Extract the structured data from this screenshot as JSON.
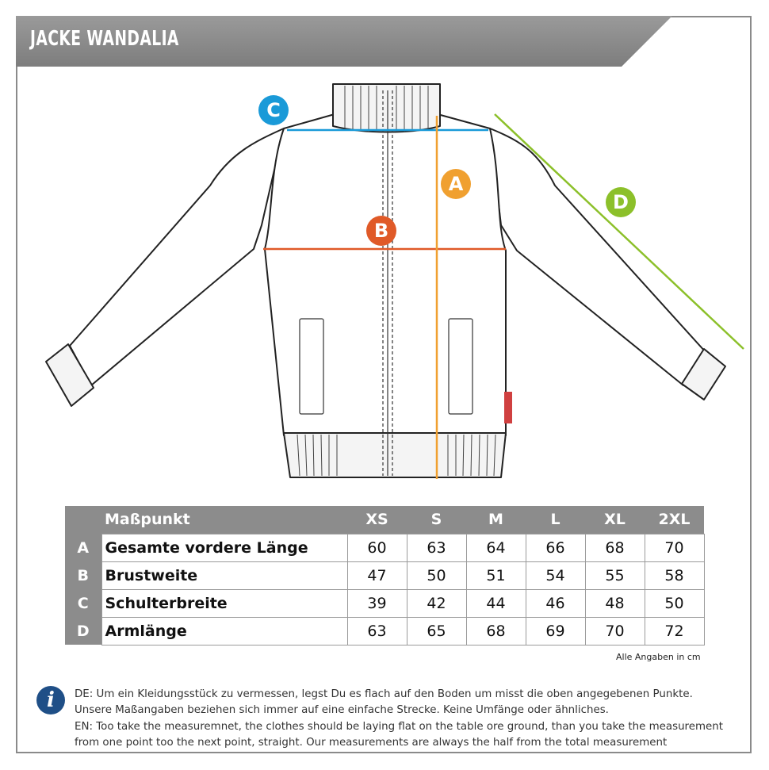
{
  "title": "JACKE WANDALIA",
  "markers": {
    "a": {
      "letter": "A",
      "color": "#f0a030"
    },
    "b": {
      "letter": "B",
      "color": "#e05a28"
    },
    "c": {
      "letter": "C",
      "color": "#1a9ad8"
    },
    "d": {
      "letter": "D",
      "color": "#8cc02a"
    }
  },
  "table": {
    "header": {
      "label": "Maßpunkt",
      "sizes": [
        "XS",
        "S",
        "M",
        "L",
        "XL",
        "2XL"
      ]
    },
    "rows": [
      {
        "letter": "A",
        "name": "Gesamte vordere Länge",
        "values": [
          "60",
          "63",
          "64",
          "66",
          "68",
          "70"
        ]
      },
      {
        "letter": "B",
        "name": "Brustweite",
        "values": [
          "47",
          "50",
          "51",
          "54",
          "55",
          "58"
        ]
      },
      {
        "letter": "C",
        "name": "Schulterbreite",
        "values": [
          "39",
          "42",
          "44",
          "46",
          "48",
          "50"
        ]
      },
      {
        "letter": "D",
        "name": "Armlänge",
        "values": [
          "63",
          "65",
          "68",
          "69",
          "70",
          "72"
        ]
      }
    ]
  },
  "note": "Alle Angaben in cm",
  "info": {
    "icon": "info-icon",
    "lines": [
      "DE: Um ein Kleidungsstück zu vermessen, legst Du es flach auf den Boden um misst die oben angegebenen Punkte.",
      "Unsere Maßangaben beziehen sich immer auf eine einfache Strecke. Keine Umfänge oder ähnliches.",
      "EN: Too take the measuremnet, the clothes should be laying flat on the table ore ground, than you take the measurement",
      "from one point too the next point, straight. Our measurements are always the half from the total measurement"
    ]
  }
}
